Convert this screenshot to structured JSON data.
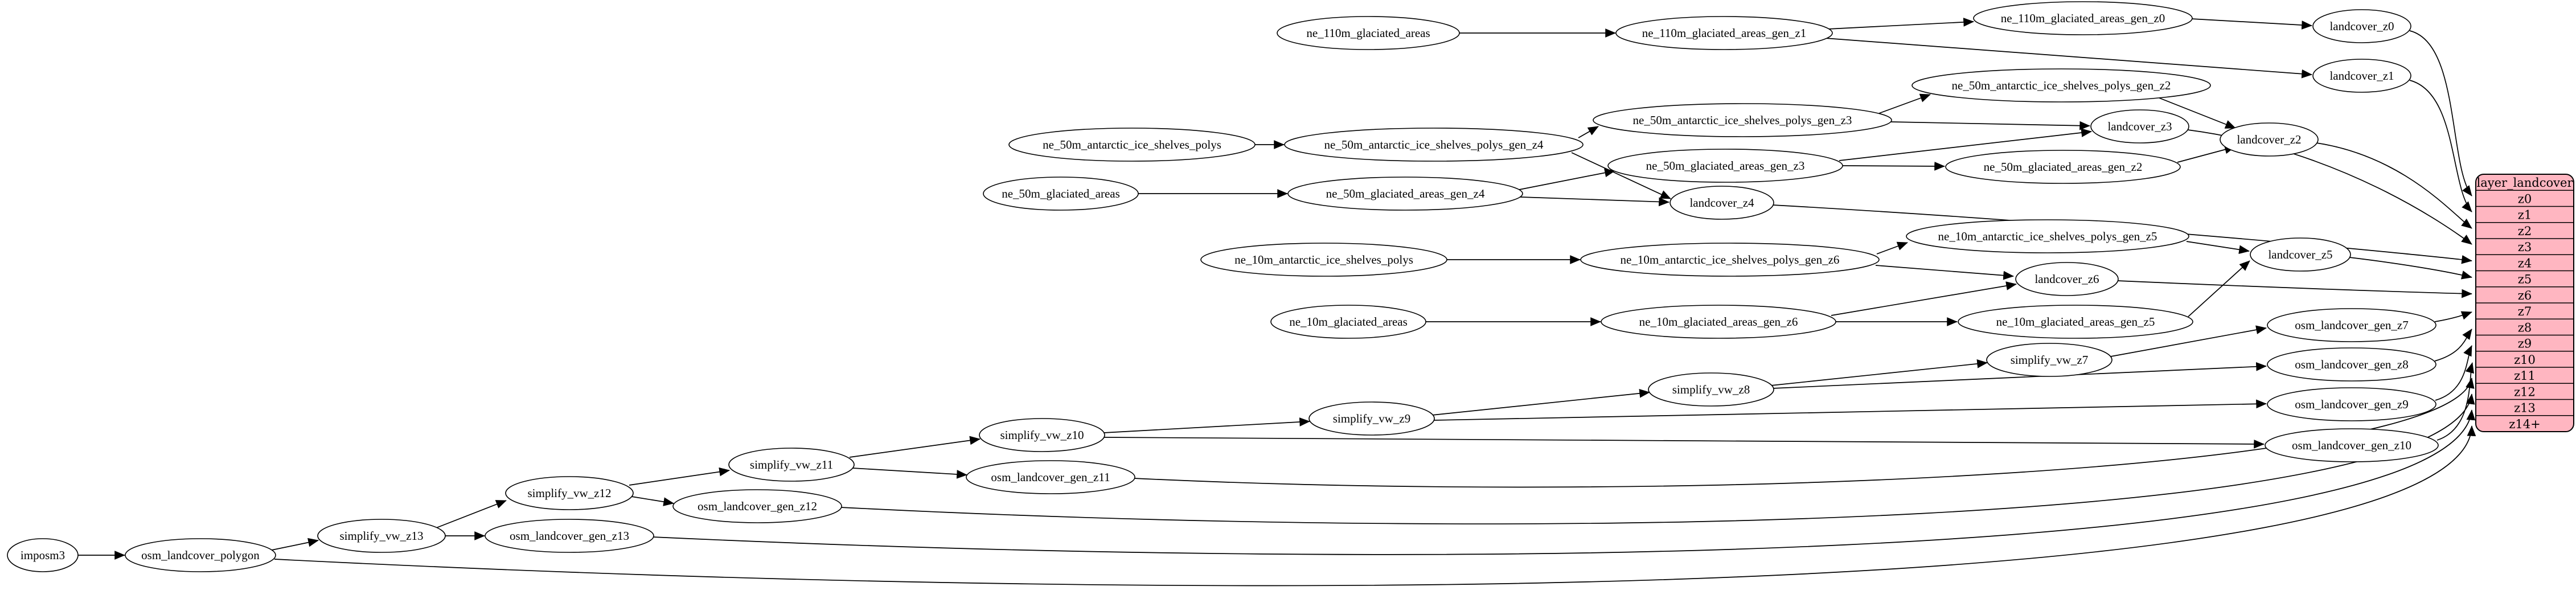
{
  "graph": {
    "background_color": "#ffffff",
    "node_fill": "#ffffff",
    "node_stroke": "#000000",
    "edge_color": "#000000",
    "nodes": [
      {
        "id": "imposm3",
        "label": "imposm3"
      },
      {
        "id": "osm_landcover_polygon",
        "label": "osm_landcover_polygon"
      },
      {
        "id": "simplify_vw_z13",
        "label": "simplify_vw_z13"
      },
      {
        "id": "osm_landcover_gen_z13",
        "label": "osm_landcover_gen_z13"
      },
      {
        "id": "simplify_vw_z12",
        "label": "simplify_vw_z12"
      },
      {
        "id": "osm_landcover_gen_z12",
        "label": "osm_landcover_gen_z12"
      },
      {
        "id": "simplify_vw_z11",
        "label": "simplify_vw_z11"
      },
      {
        "id": "osm_landcover_gen_z11",
        "label": "osm_landcover_gen_z11"
      },
      {
        "id": "simplify_vw_z10",
        "label": "simplify_vw_z10"
      },
      {
        "id": "simplify_vw_z9",
        "label": "simplify_vw_z9"
      },
      {
        "id": "simplify_vw_z8",
        "label": "simplify_vw_z8"
      },
      {
        "id": "simplify_vw_z7",
        "label": "simplify_vw_z7"
      },
      {
        "id": "osm_landcover_gen_z10",
        "label": "osm_landcover_gen_z10"
      },
      {
        "id": "osm_landcover_gen_z9",
        "label": "osm_landcover_gen_z9"
      },
      {
        "id": "osm_landcover_gen_z8",
        "label": "osm_landcover_gen_z8"
      },
      {
        "id": "osm_landcover_gen_z7",
        "label": "osm_landcover_gen_z7"
      },
      {
        "id": "ne_110m_glaciated_areas",
        "label": "ne_110m_glaciated_areas"
      },
      {
        "id": "ne_110m_glaciated_areas_gen_z1",
        "label": "ne_110m_glaciated_areas_gen_z1"
      },
      {
        "id": "ne_110m_glaciated_areas_gen_z0",
        "label": "ne_110m_glaciated_areas_gen_z0"
      },
      {
        "id": "landcover_z0",
        "label": "landcover_z0"
      },
      {
        "id": "landcover_z1",
        "label": "landcover_z1"
      },
      {
        "id": "ne_50m_antarctic_ice_shelves_polys",
        "label": "ne_50m_antarctic_ice_shelves_polys"
      },
      {
        "id": "ne_50m_antarctic_ice_shelves_polys_gen_z4",
        "label": "ne_50m_antarctic_ice_shelves_polys_gen_z4"
      },
      {
        "id": "ne_50m_antarctic_ice_shelves_polys_gen_z3",
        "label": "ne_50m_antarctic_ice_shelves_polys_gen_z3"
      },
      {
        "id": "ne_50m_antarctic_ice_shelves_polys_gen_z2",
        "label": "ne_50m_antarctic_ice_shelves_polys_gen_z2"
      },
      {
        "id": "landcover_z3",
        "label": "landcover_z3"
      },
      {
        "id": "landcover_z2",
        "label": "landcover_z2"
      },
      {
        "id": "ne_50m_glaciated_areas",
        "label": "ne_50m_glaciated_areas"
      },
      {
        "id": "ne_50m_glaciated_areas_gen_z4",
        "label": "ne_50m_glaciated_areas_gen_z4"
      },
      {
        "id": "ne_50m_glaciated_areas_gen_z3",
        "label": "ne_50m_glaciated_areas_gen_z3"
      },
      {
        "id": "ne_50m_glaciated_areas_gen_z2",
        "label": "ne_50m_glaciated_areas_gen_z2"
      },
      {
        "id": "landcover_z4",
        "label": "landcover_z4"
      },
      {
        "id": "ne_10m_antarctic_ice_shelves_polys",
        "label": "ne_10m_antarctic_ice_shelves_polys"
      },
      {
        "id": "ne_10m_antarctic_ice_shelves_polys_gen_z6",
        "label": "ne_10m_antarctic_ice_shelves_polys_gen_z6"
      },
      {
        "id": "ne_10m_antarctic_ice_shelves_polys_gen_z5",
        "label": "ne_10m_antarctic_ice_shelves_polys_gen_z5"
      },
      {
        "id": "landcover_z6",
        "label": "landcover_z6"
      },
      {
        "id": "landcover_z5",
        "label": "landcover_z5"
      },
      {
        "id": "ne_10m_glaciated_areas",
        "label": "ne_10m_glaciated_areas"
      },
      {
        "id": "ne_10m_glaciated_areas_gen_z6",
        "label": "ne_10m_glaciated_areas_gen_z6"
      },
      {
        "id": "ne_10m_glaciated_areas_gen_z5",
        "label": "ne_10m_glaciated_areas_gen_z5"
      }
    ],
    "edges": [
      {
        "from": "imposm3",
        "to": "osm_landcover_polygon"
      },
      {
        "from": "osm_landcover_polygon",
        "to": "simplify_vw_z13"
      },
      {
        "from": "simplify_vw_z13",
        "to": "osm_landcover_gen_z13"
      },
      {
        "from": "simplify_vw_z13",
        "to": "simplify_vw_z12"
      },
      {
        "from": "simplify_vw_z12",
        "to": "osm_landcover_gen_z12"
      },
      {
        "from": "simplify_vw_z12",
        "to": "simplify_vw_z11"
      },
      {
        "from": "simplify_vw_z11",
        "to": "osm_landcover_gen_z11"
      },
      {
        "from": "simplify_vw_z11",
        "to": "simplify_vw_z10"
      },
      {
        "from": "simplify_vw_z10",
        "to": "simplify_vw_z9"
      },
      {
        "from": "simplify_vw_z10",
        "to": "osm_landcover_gen_z10"
      },
      {
        "from": "simplify_vw_z9",
        "to": "simplify_vw_z8"
      },
      {
        "from": "simplify_vw_z9",
        "to": "osm_landcover_gen_z9"
      },
      {
        "from": "simplify_vw_z8",
        "to": "simplify_vw_z7"
      },
      {
        "from": "simplify_vw_z8",
        "to": "osm_landcover_gen_z8"
      },
      {
        "from": "simplify_vw_z7",
        "to": "osm_landcover_gen_z7"
      },
      {
        "from": "ne_110m_glaciated_areas",
        "to": "ne_110m_glaciated_areas_gen_z1"
      },
      {
        "from": "ne_110m_glaciated_areas_gen_z1",
        "to": "ne_110m_glaciated_areas_gen_z0"
      },
      {
        "from": "ne_110m_glaciated_areas_gen_z1",
        "to": "landcover_z1"
      },
      {
        "from": "ne_110m_glaciated_areas_gen_z0",
        "to": "landcover_z0"
      },
      {
        "from": "ne_50m_antarctic_ice_shelves_polys",
        "to": "ne_50m_antarctic_ice_shelves_polys_gen_z4"
      },
      {
        "from": "ne_50m_antarctic_ice_shelves_polys_gen_z4",
        "to": "ne_50m_antarctic_ice_shelves_polys_gen_z3"
      },
      {
        "from": "ne_50m_antarctic_ice_shelves_polys_gen_z4",
        "to": "landcover_z4"
      },
      {
        "from": "ne_50m_antarctic_ice_shelves_polys_gen_z3",
        "to": "ne_50m_antarctic_ice_shelves_polys_gen_z2"
      },
      {
        "from": "ne_50m_antarctic_ice_shelves_polys_gen_z3",
        "to": "landcover_z3"
      },
      {
        "from": "ne_50m_antarctic_ice_shelves_polys_gen_z2",
        "to": "landcover_z2"
      },
      {
        "from": "ne_50m_glaciated_areas",
        "to": "ne_50m_glaciated_areas_gen_z4"
      },
      {
        "from": "ne_50m_glaciated_areas_gen_z4",
        "to": "ne_50m_glaciated_areas_gen_z3"
      },
      {
        "from": "ne_50m_glaciated_areas_gen_z4",
        "to": "landcover_z4"
      },
      {
        "from": "ne_50m_glaciated_areas_gen_z3",
        "to": "ne_50m_glaciated_areas_gen_z2"
      },
      {
        "from": "ne_50m_glaciated_areas_gen_z3",
        "to": "landcover_z3"
      },
      {
        "from": "ne_50m_glaciated_areas_gen_z2",
        "to": "landcover_z2"
      },
      {
        "from": "ne_10m_antarctic_ice_shelves_polys",
        "to": "ne_10m_antarctic_ice_shelves_polys_gen_z6"
      },
      {
        "from": "ne_10m_antarctic_ice_shelves_polys_gen_z6",
        "to": "ne_10m_antarctic_ice_shelves_polys_gen_z5"
      },
      {
        "from": "ne_10m_antarctic_ice_shelves_polys_gen_z6",
        "to": "landcover_z6"
      },
      {
        "from": "ne_10m_antarctic_ice_shelves_polys_gen_z5",
        "to": "landcover_z5"
      },
      {
        "from": "ne_10m_glaciated_areas",
        "to": "ne_10m_glaciated_areas_gen_z6"
      },
      {
        "from": "ne_10m_glaciated_areas_gen_z6",
        "to": "ne_10m_glaciated_areas_gen_z5"
      },
      {
        "from": "ne_10m_glaciated_areas_gen_z6",
        "to": "landcover_z6"
      },
      {
        "from": "ne_10m_glaciated_areas_gen_z5",
        "to": "landcover_z5"
      },
      {
        "from": "landcover_z0",
        "to": "layer_landcover:z0"
      },
      {
        "from": "landcover_z1",
        "to": "layer_landcover:z1"
      },
      {
        "from": "landcover_z2",
        "to": "layer_landcover:z2"
      },
      {
        "from": "landcover_z3",
        "to": "layer_landcover:z3"
      },
      {
        "from": "landcover_z4",
        "to": "layer_landcover:z4"
      },
      {
        "from": "landcover_z5",
        "to": "layer_landcover:z5"
      },
      {
        "from": "landcover_z6",
        "to": "layer_landcover:z6"
      },
      {
        "from": "osm_landcover_gen_z7",
        "to": "layer_landcover:z7"
      },
      {
        "from": "osm_landcover_gen_z8",
        "to": "layer_landcover:z8"
      },
      {
        "from": "osm_landcover_gen_z9",
        "to": "layer_landcover:z9"
      },
      {
        "from": "osm_landcover_gen_z10",
        "to": "layer_landcover:z10"
      },
      {
        "from": "osm_landcover_gen_z11",
        "to": "layer_landcover:z11"
      },
      {
        "from": "osm_landcover_gen_z12",
        "to": "layer_landcover:z12"
      },
      {
        "from": "osm_landcover_gen_z13",
        "to": "layer_landcover:z13"
      },
      {
        "from": "osm_landcover_polygon",
        "to": "layer_landcover:z14+"
      }
    ]
  },
  "table": {
    "header": "layer_landcover",
    "rows": [
      "z0",
      "z1",
      "z2",
      "z3",
      "z4",
      "z5",
      "z6",
      "z7",
      "z8",
      "z9",
      "z10",
      "z11",
      "z12",
      "z13",
      "z14+"
    ],
    "fill": "#ffb6c1",
    "stroke": "#000000"
  }
}
